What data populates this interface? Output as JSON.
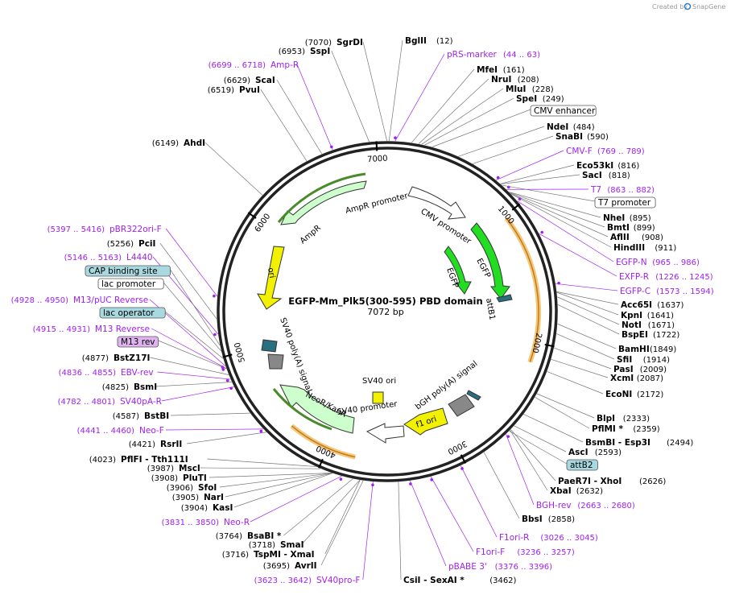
{
  "credit": {
    "prefix": "Created by",
    "brand": "SnapGene"
  },
  "center": {
    "name": "EGFP-Mm_Plk5(300-595) PBD domain",
    "length": "7072 bp"
  },
  "ticks": [
    "1000",
    "2000",
    "3000",
    "4000",
    "5000",
    "6000",
    "7000"
  ],
  "inner_labels": [
    "AmpR promoter",
    "CMV promoter",
    "AmpR",
    "ori",
    "EGFP",
    "EGFP",
    "attB1",
    "SV40 poly(A) signal",
    "SV40 ori",
    "bGH poly(A) signal",
    "SV40 promoter",
    "NeoR/KanR",
    "f1 ori"
  ],
  "enzymes": [
    {
      "name": "SgrDI",
      "pos": "(7070)"
    },
    {
      "name": "BglII",
      "pos": "(12)"
    },
    {
      "name": "SspI",
      "pos": "(6953)"
    },
    {
      "name": "ScaI",
      "pos": "(6629)"
    },
    {
      "name": "PvuI",
      "pos": "(6519)"
    },
    {
      "name": "AhdI",
      "pos": "(6149)"
    },
    {
      "name": "MfeI",
      "pos": "(161)"
    },
    {
      "name": "NruI",
      "pos": "(208)"
    },
    {
      "name": "MluI",
      "pos": "(228)"
    },
    {
      "name": "SpeI",
      "pos": "(249)"
    },
    {
      "name": "NdeI",
      "pos": "(484)"
    },
    {
      "name": "SnaBI",
      "pos": "(590)"
    },
    {
      "name": "Eco53kI",
      "pos": "(816)"
    },
    {
      "name": "SacI",
      "pos": "(818)"
    },
    {
      "name": "NheI",
      "pos": "(895)"
    },
    {
      "name": "BmtI",
      "pos": "(899)"
    },
    {
      "name": "AflII",
      "pos": "(908)"
    },
    {
      "name": "HindIII",
      "pos": "(911)"
    },
    {
      "name": "Acc65I",
      "pos": "(1637)"
    },
    {
      "name": "KpnI",
      "pos": "(1641)"
    },
    {
      "name": "NotI",
      "pos": "(1671)"
    },
    {
      "name": "BspEI",
      "pos": "(1722)"
    },
    {
      "name": "BamHI",
      "pos": "(1849)"
    },
    {
      "name": "SfiI",
      "pos": "(1914)"
    },
    {
      "name": "PasI",
      "pos": "(2009)"
    },
    {
      "name": "XcmI",
      "pos": "(2087)"
    },
    {
      "name": "EcoNI",
      "pos": "(2172)"
    },
    {
      "name": "BlpI",
      "pos": "(2333)"
    },
    {
      "name": "PflMI *",
      "pos": "(2359)"
    },
    {
      "name": "BsmBI  -  Esp3I",
      "pos": "(2494)"
    },
    {
      "name": "AscI",
      "pos": "(2593)"
    },
    {
      "name": "PaeR7I  -  XhoI",
      "pos": "(2626)"
    },
    {
      "name": "XbaI",
      "pos": "(2632)"
    },
    {
      "name": "BbsI",
      "pos": "(2858)"
    },
    {
      "name": "CsiI  -  SexAI *",
      "pos": "(3462)"
    },
    {
      "name": "AvrII",
      "pos": "(3695)"
    },
    {
      "name": "TspMI  -  XmaI",
      "pos": "(3716)"
    },
    {
      "name": "SmaI",
      "pos": "(3718)"
    },
    {
      "name": "BsaBI *",
      "pos": "(3764)"
    },
    {
      "name": "KasI",
      "pos": "(3904)"
    },
    {
      "name": "NarI",
      "pos": "(3905)"
    },
    {
      "name": "SfoI",
      "pos": "(3906)"
    },
    {
      "name": "PluTI",
      "pos": "(3908)"
    },
    {
      "name": "MscI",
      "pos": "(3987)"
    },
    {
      "name": "PflFI  -  Tth111I",
      "pos": "(4023)"
    },
    {
      "name": "RsrII",
      "pos": "(4421)"
    },
    {
      "name": "BstBI",
      "pos": "(4587)"
    },
    {
      "name": "BsmI",
      "pos": "(4825)"
    },
    {
      "name": "BstZ17I",
      "pos": "(4877)"
    },
    {
      "name": "PciI",
      "pos": "(5256)"
    }
  ],
  "features": [
    {
      "name": "Amp-R",
      "pos": "(6699 .. 6718)"
    },
    {
      "name": "pRS-marker",
      "pos": "(44 .. 63)"
    },
    {
      "name": "CMV-F",
      "pos": "(769 .. 789)"
    },
    {
      "name": "T7",
      "pos": "(863 .. 882)"
    },
    {
      "name": "EGFP-N",
      "pos": "(965 .. 986)"
    },
    {
      "name": "EXFP-R",
      "pos": "(1226 .. 1245)"
    },
    {
      "name": "EGFP-C",
      "pos": "(1573 .. 1594)"
    },
    {
      "name": "BGH-rev",
      "pos": "(2663 .. 2680)"
    },
    {
      "name": "F1ori-R",
      "pos": "(3026 .. 3045)"
    },
    {
      "name": "F1ori-F",
      "pos": "(3236 .. 3257)"
    },
    {
      "name": "pBABE 3'",
      "pos": "(3376 .. 3396)"
    },
    {
      "name": "SV40pro-F",
      "pos": "(3623 .. 3642)"
    },
    {
      "name": "Neo-R",
      "pos": "(3831 .. 3850)"
    },
    {
      "name": "Neo-F",
      "pos": "(4441 .. 4460)"
    },
    {
      "name": "SV40pA-R",
      "pos": "(4782 .. 4801)"
    },
    {
      "name": "EBV-rev",
      "pos": "(4836 .. 4855)"
    },
    {
      "name": "M13 Reverse",
      "pos": "(4915 .. 4931)"
    },
    {
      "name": "M13/pUC Reverse",
      "pos": "(4928 .. 4950)"
    },
    {
      "name": "L4440",
      "pos": "(5146 .. 5163)"
    },
    {
      "name": "pBR322ori-F",
      "pos": "(5397 .. 5416)"
    }
  ],
  "boxed": [
    "CMV enhancer",
    "T7 promoter",
    "attB2",
    "CAP binding site",
    "lac promoter",
    "lac operator",
    "M13 rev"
  ]
}
